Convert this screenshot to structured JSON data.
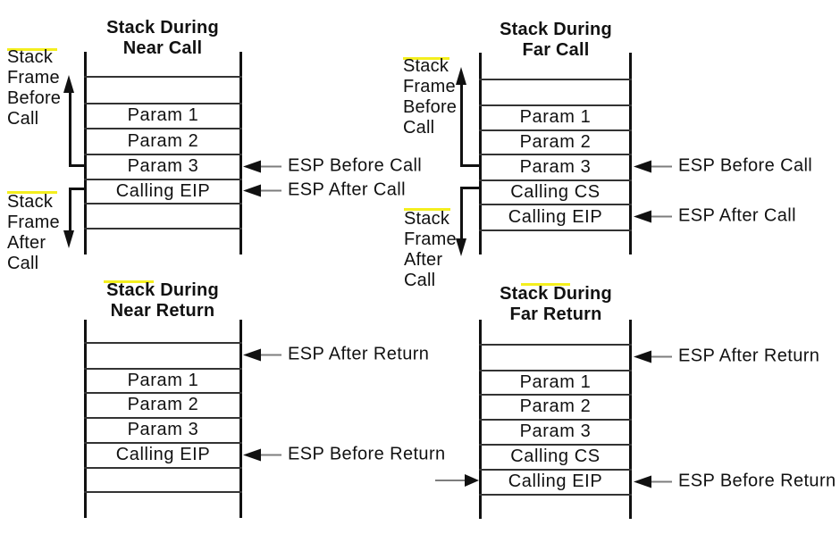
{
  "figure": {
    "colors": {
      "background": "#ffffff",
      "line": "#111111",
      "row_line": "#333333",
      "arrow_stub": "#7d7d7d",
      "highlight": "#f4ef1e",
      "text": "#111111"
    },
    "diagrams": {
      "near_call": {
        "title": [
          "Stack During",
          "Near Call"
        ],
        "cells": {
          "param1": "Param 1",
          "param2": "Param 2",
          "param3": "Param 3",
          "calling_eip": "Calling EIP"
        },
        "esp_before": "ESP Before Call",
        "esp_after": "ESP After Call",
        "frame_before": [
          "Stack",
          "Frame",
          "Before",
          "Call"
        ],
        "frame_after": [
          "Stack",
          "Frame",
          "After",
          "Call"
        ]
      },
      "far_call": {
        "title": [
          "Stack During",
          "Far Call"
        ],
        "cells": {
          "param1": "Param 1",
          "param2": "Param 2",
          "param3": "Param 3",
          "calling_cs": "Calling CS",
          "calling_eip": "Calling EIP"
        },
        "esp_before": "ESP Before Call",
        "esp_after": "ESP After Call",
        "frame_before": [
          "Stack",
          "Frame",
          "Before",
          "Call"
        ],
        "frame_after": [
          "Stack",
          "Frame",
          "After",
          "Call"
        ]
      },
      "near_return": {
        "title": [
          "Stack During",
          "Near Return"
        ],
        "cells": {
          "param1": "Param 1",
          "param2": "Param 2",
          "param3": "Param 3",
          "calling_eip": "Calling EIP"
        },
        "esp_after": "ESP After Return",
        "esp_before": "ESP Before Return"
      },
      "far_return": {
        "title": [
          "Stack During",
          "Far Return"
        ],
        "cells": {
          "param1": "Param 1",
          "param2": "Param 2",
          "param3": "Param 3",
          "calling_cs": "Calling CS",
          "calling_eip": "Calling EIP"
        },
        "esp_after": "ESP After Return",
        "esp_before": "ESP Before Return"
      }
    }
  }
}
